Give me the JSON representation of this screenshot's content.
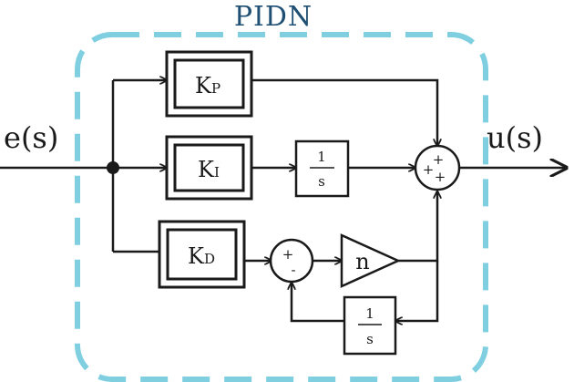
{
  "title": "PIDN",
  "input_label": "e(s)",
  "output_label": "u(s)",
  "gains": {
    "kp": {
      "main": "K",
      "sub": "P"
    },
    "ki": {
      "main": "K",
      "sub": "I"
    },
    "kd": {
      "main": "K",
      "sub": "D"
    }
  },
  "integrator": {
    "num": "1",
    "den": "s"
  },
  "filter_integrator": {
    "num": "1",
    "den": "s"
  },
  "filter_gain": "n",
  "sum_main_signs": [
    "+",
    "+",
    "+"
  ],
  "sum_deriv_signs": [
    "+",
    "-"
  ],
  "colors": {
    "frame": "#7fcfe0",
    "stroke": "#1a1a1a",
    "title": "#1f4f73"
  }
}
